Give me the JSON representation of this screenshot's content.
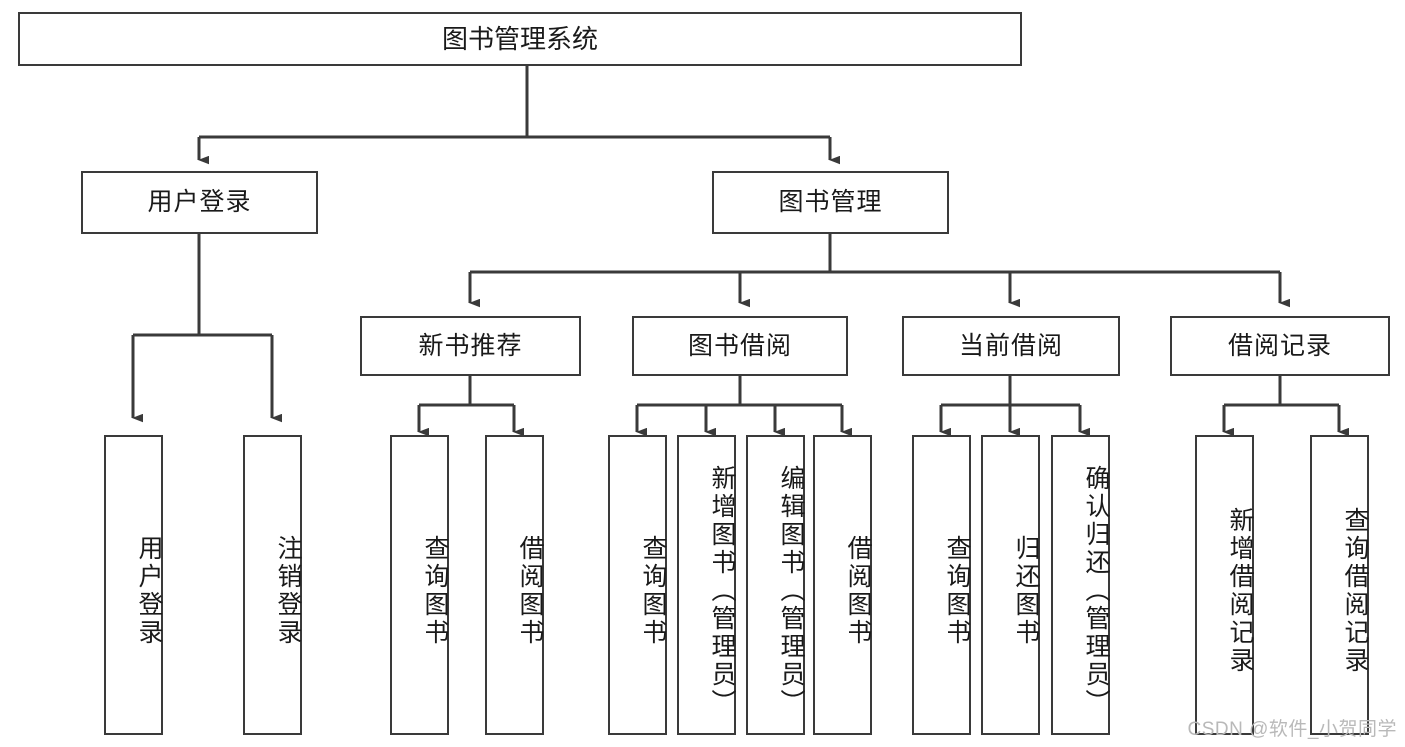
{
  "diagram": {
    "title": "图书管理系统",
    "watermark": "CSDN @软件_小贺同学",
    "colors": {
      "border": "#3a3a3a",
      "background": "#ffffff",
      "text": "#1a1a1a",
      "watermark": "#b9b9b9"
    },
    "root": {
      "label": "图书管理系统"
    },
    "level2": [
      {
        "label": "用户登录"
      },
      {
        "label": "图书管理"
      }
    ],
    "level3": [
      {
        "label": "新书推荐"
      },
      {
        "label": "图书借阅"
      },
      {
        "label": "当前借阅"
      },
      {
        "label": "借阅记录"
      }
    ],
    "leaves": {
      "user_login": [
        {
          "label": "用户登录"
        },
        {
          "label": "注销登录"
        }
      ],
      "new_book_recommend": [
        {
          "label": "查询图书"
        },
        {
          "label": "借阅图书"
        }
      ],
      "book_borrow": [
        {
          "label": "查询图书"
        },
        {
          "label": "新增图书（管理员）"
        },
        {
          "label": "编辑图书（管理员）"
        },
        {
          "label": "借阅图书"
        }
      ],
      "current_borrow": [
        {
          "label": "查询图书"
        },
        {
          "label": "归还图书"
        },
        {
          "label": "确认归还（管理员）"
        }
      ],
      "borrow_record": [
        {
          "label": "新增借阅记录"
        },
        {
          "label": "查询借阅记录"
        }
      ]
    }
  }
}
